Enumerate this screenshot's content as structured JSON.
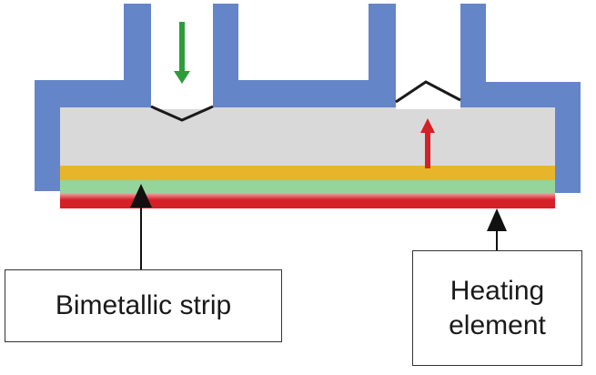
{
  "labels": {
    "bimetallic_strip": "Bimetallic strip",
    "heating_element_line1": "Heating",
    "heating_element_line2": "element"
  },
  "colors": {
    "channel": "#6585c9",
    "chamber": "#d9d9d9",
    "bimetal_top": "#e8b52a",
    "bimetal_bottom": "#95d49a",
    "heater": "#d42027",
    "flow_arrow": "#2f9c3a",
    "deflection_arrow": "#d42027",
    "pointer": "#111111"
  },
  "icons": {
    "flow": "arrow-down-icon",
    "deflection": "arrow-up-icon",
    "pointer": "arrow-up-icon"
  }
}
